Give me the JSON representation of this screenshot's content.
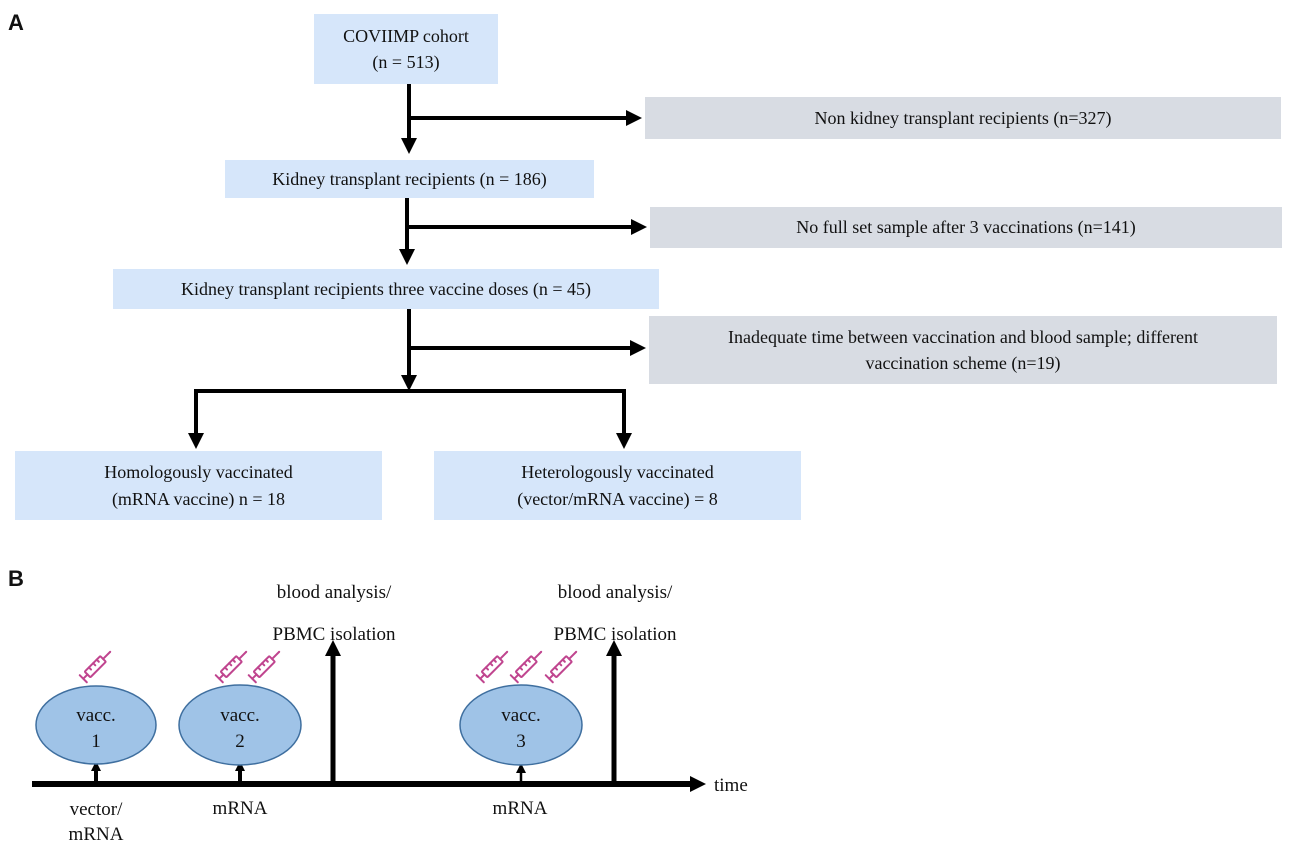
{
  "panels": {
    "a": "A",
    "b": "B"
  },
  "flow": {
    "cohort": {
      "line1": "COVIIMP cohort",
      "line2": "(n = 513)"
    },
    "ktr": "Kidney transplant recipients (n = 186)",
    "ktr3": "Kidney transplant recipients three vaccine doses (n = 45)",
    "excl1": "Non kidney transplant recipients (n=327)",
    "excl2": "No full set sample after 3 vaccinations (n=141)",
    "excl3": {
      "line1": "Inadequate time between vaccination and blood sample; different",
      "line2": "vaccination scheme (n=19)"
    },
    "homo": {
      "line1": "Homologously vaccinated",
      "line2": "(mRNA vaccine) n = 18"
    },
    "hetero": {
      "line1": "Heterologously vaccinated",
      "line2": "(vector/mRNA vaccine) = 8"
    }
  },
  "timeline": {
    "vacc1": {
      "line1": "vacc.",
      "line2": "1"
    },
    "vacc2": {
      "line1": "vacc.",
      "line2": "2"
    },
    "vacc3": {
      "line1": "vacc.",
      "line2": "3"
    },
    "blood1": {
      "line1": "blood analysis/",
      "line2": "PBMC isolation"
    },
    "blood2": {
      "line1": "blood analysis/",
      "line2": "PBMC isolation"
    },
    "label1": {
      "line1": "vector/",
      "line2": "mRNA"
    },
    "label2": "mRNA",
    "label3": "mRNA",
    "axis": "time"
  },
  "colors": {
    "box_blue": "#d6e6fa",
    "box_grey": "#d8dce3",
    "oval": "#9fc3e7",
    "oval_stroke": "#3f6f9f",
    "syringe": "#c0458f"
  },
  "icons": {
    "syringe": "syringe-icon"
  }
}
